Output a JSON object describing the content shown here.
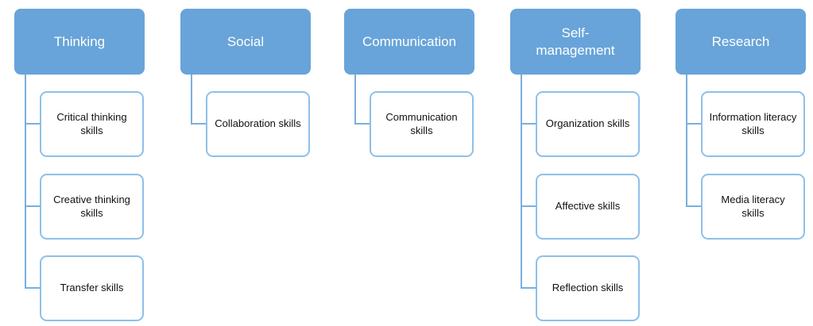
{
  "diagram": {
    "title_hint": "Skill categories hierarchy",
    "colors": {
      "header_fill": "#68A4D9",
      "header_text": "#FFFFFF",
      "child_fill": "#FFFFFF",
      "child_border": "#8EC0E8",
      "child_text": "#111111",
      "connector": "#7BAEDE",
      "background": "#FFFFFF"
    },
    "columns": [
      {
        "id": "thinking",
        "header": {
          "label": "Thinking"
        },
        "children": [
          {
            "label": "Critical thinking skills"
          },
          {
            "label": "Creative thinking skills"
          },
          {
            "label": "Transfer skills"
          }
        ]
      },
      {
        "id": "social",
        "header": {
          "label": "Social"
        },
        "children": [
          {
            "label": "Collaboration skills"
          }
        ]
      },
      {
        "id": "communication",
        "header": {
          "label": "Communication"
        },
        "children": [
          {
            "label": "Communication skills"
          }
        ]
      },
      {
        "id": "self-management",
        "header": {
          "label": "Self-\nmanagement"
        },
        "children": [
          {
            "label": "Organization skills"
          },
          {
            "label": "Affective skills"
          },
          {
            "label": "Reflection skills"
          }
        ]
      },
      {
        "id": "research",
        "header": {
          "label": "Research"
        },
        "children": [
          {
            "label": "Information literacy skills"
          },
          {
            "label": "Media literacy skills"
          }
        ]
      }
    ]
  }
}
